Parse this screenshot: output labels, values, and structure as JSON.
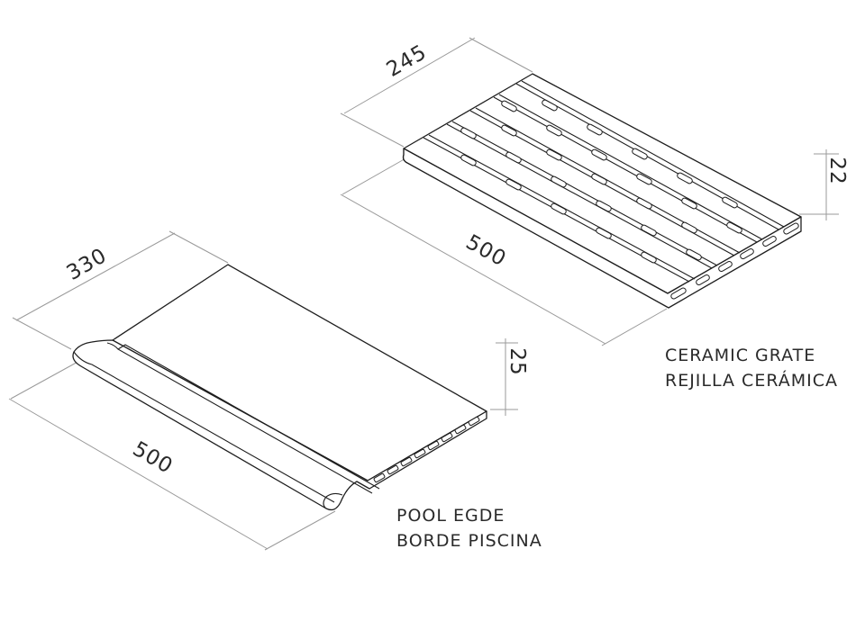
{
  "dimensions": {
    "grate_width": "245",
    "grate_length": "500",
    "grate_thickness": "22",
    "edge_width": "330",
    "edge_length": "500",
    "edge_thickness": "25"
  },
  "captions": {
    "grate_en": "CERAMIC GRATE",
    "grate_es": "REJILLA CERÁMICA",
    "edge_en": "POOL EGDE",
    "edge_es": "BORDE PISCINA"
  }
}
